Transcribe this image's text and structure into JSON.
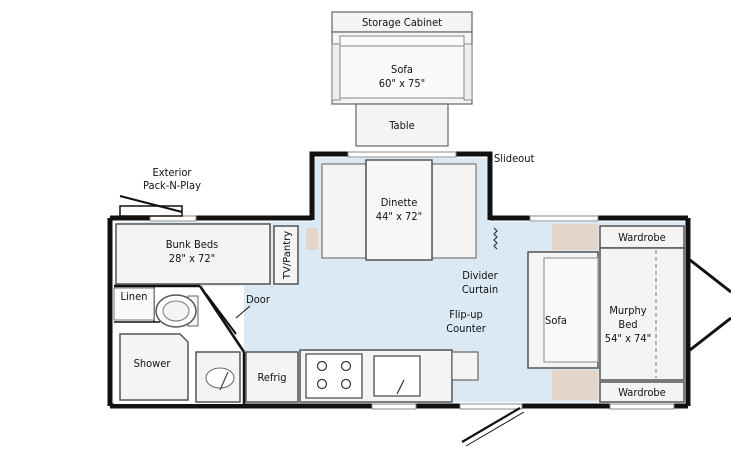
{
  "labels": {
    "storage_cabinet": "Storage Cabinet",
    "slide_sofa_name": "Sofa",
    "slide_sofa_size": "60\" x 75\"",
    "slide_table": "Table",
    "slideout": "Slideout",
    "exterior_line1": "Exterior",
    "exterior_line2": "Pack-N-Play",
    "dinette_name": "Dinette",
    "dinette_size": "44\" x 72\"",
    "bunk_name": "Bunk Beds",
    "bunk_size": "28\" x 72\"",
    "tv_pantry": "TV/Pantry",
    "divider_line1": "Divider",
    "divider_line2": "Curtain",
    "linen": "Linen",
    "door": "Door",
    "flipup_line1": "Flip-up",
    "flipup_line2": "Counter",
    "sofa": "Sofa",
    "murphy_line1": "Murphy",
    "murphy_line2": "Bed",
    "murphy_size": "54\" x 74\"",
    "wardrobe_top": "Wardrobe",
    "wardrobe_bottom": "Wardrobe",
    "shower": "Shower",
    "refrig": "Refrig"
  },
  "colors": {
    "wall": "#111111",
    "floor": "#dbe9f4",
    "furniture": "#f4f4f4",
    "furniture_stroke": "#777777",
    "accent_tan": "#e3d6c9"
  }
}
